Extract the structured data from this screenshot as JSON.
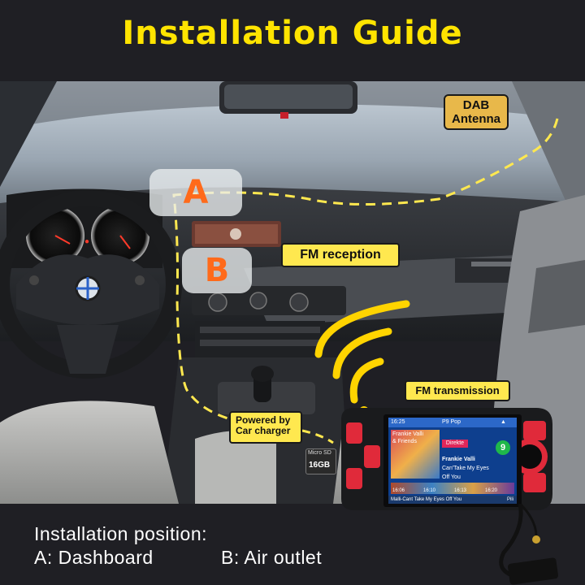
{
  "title": "Installation Guide",
  "labels": {
    "dab_antenna_line1": "DAB",
    "dab_antenna_line2": "Antenna",
    "fm_reception": "FM reception",
    "fm_transmission": "FM transmission",
    "powered_line1": "Powered by",
    "powered_line2": "Car charger",
    "position_a": "A",
    "position_b": "B"
  },
  "device_screen": {
    "time": "16:25",
    "station": "P9 Pop",
    "album_line1": "Frankie Valli",
    "album_line2": "& Friends",
    "tag": "Direkte",
    "channel_number": "9",
    "artist": "Frankie Valli",
    "song_line1": "Can'Take My Eyes",
    "song_line2": "Off You",
    "times": [
      "16:06",
      "16:10",
      "16:13",
      "16:20"
    ],
    "ticker": "Malli-Cant Take My Eyes Off You",
    "ticker_tail": "Pili",
    "sd_card": "16GB",
    "sd_label": "Micro SD"
  },
  "caption": {
    "heading": "Installation position:",
    "option_a": "A: Dashboard",
    "option_b": "B: Air outlet"
  },
  "colors": {
    "title": "#ffe400",
    "letters": "#ff6a1a",
    "tag_bg": "#ffe84f",
    "dab_bg": "#e8b84a",
    "wire": "#ffe84f",
    "device_red": "#e02a3a"
  }
}
